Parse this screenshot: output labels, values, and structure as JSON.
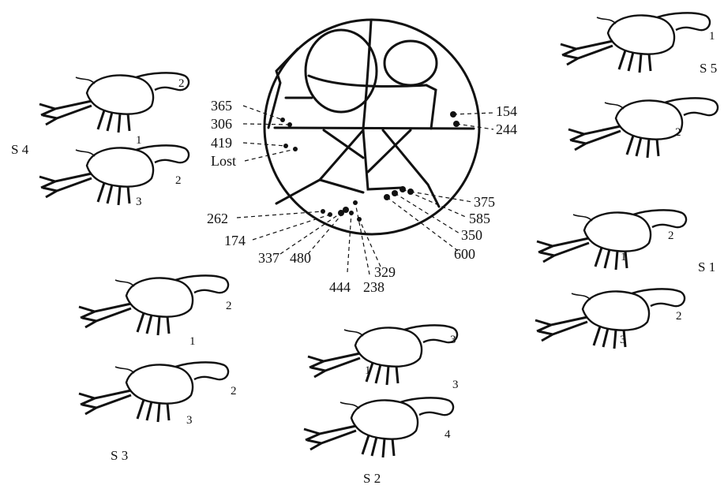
{
  "groups": {
    "s1": {
      "label": "S 1",
      "numbers": [
        "2",
        "1",
        "2",
        "3"
      ]
    },
    "s2": {
      "label": "S 2",
      "numbers": [
        "3",
        "1",
        "3",
        "4"
      ]
    },
    "s3": {
      "label": "S 3",
      "numbers": [
        "2",
        "1",
        "2",
        "3"
      ]
    },
    "s4": {
      "label": "S 4",
      "numbers": [
        "2",
        "1",
        "2",
        "3"
      ]
    },
    "s5": {
      "label": "S 5",
      "numbers": [
        "1",
        "2"
      ]
    }
  },
  "map_labels": [
    "365",
    "306",
    "419",
    "Lost",
    "154",
    "244",
    "262",
    "174",
    "337",
    "480",
    "444",
    "238",
    "329",
    "375",
    "585",
    "350",
    "600"
  ]
}
